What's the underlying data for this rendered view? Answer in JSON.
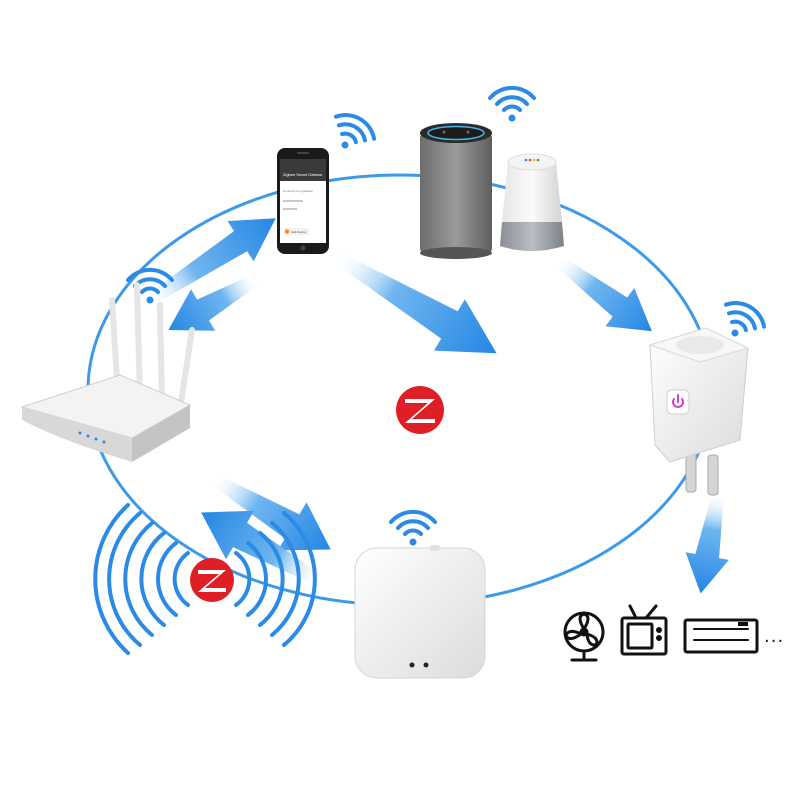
{
  "colors": {
    "ring": "#3d9ae8",
    "arrow": "#2a8ae6",
    "zigbee_red": "#e01e26",
    "plug_power": "#d63ad0"
  },
  "devices": [
    {
      "name": "smartphone",
      "icon": "smartphone-icon"
    },
    {
      "name": "smart-speaker-cylinder",
      "icon": "speaker-icon"
    },
    {
      "name": "smart-speaker-mini",
      "icon": "speaker-icon"
    },
    {
      "name": "wifi-router",
      "icon": "router-icon"
    },
    {
      "name": "smart-plug",
      "icon": "plug-icon"
    },
    {
      "name": "zigbee-hub",
      "icon": "hub-icon"
    }
  ],
  "phone_screen": {
    "title": "Zigbee Smart Gatewa",
    "line_1": "Connect your gateway",
    "line_2": "Add Device"
  },
  "appliances": [
    {
      "name": "fan",
      "icon": "fan-icon"
    },
    {
      "name": "tv",
      "icon": "tv-icon"
    },
    {
      "name": "air-conditioner",
      "icon": "air-conditioner-icon"
    }
  ],
  "ellipsis": "...",
  "logo": "zigbee-logo-icon"
}
